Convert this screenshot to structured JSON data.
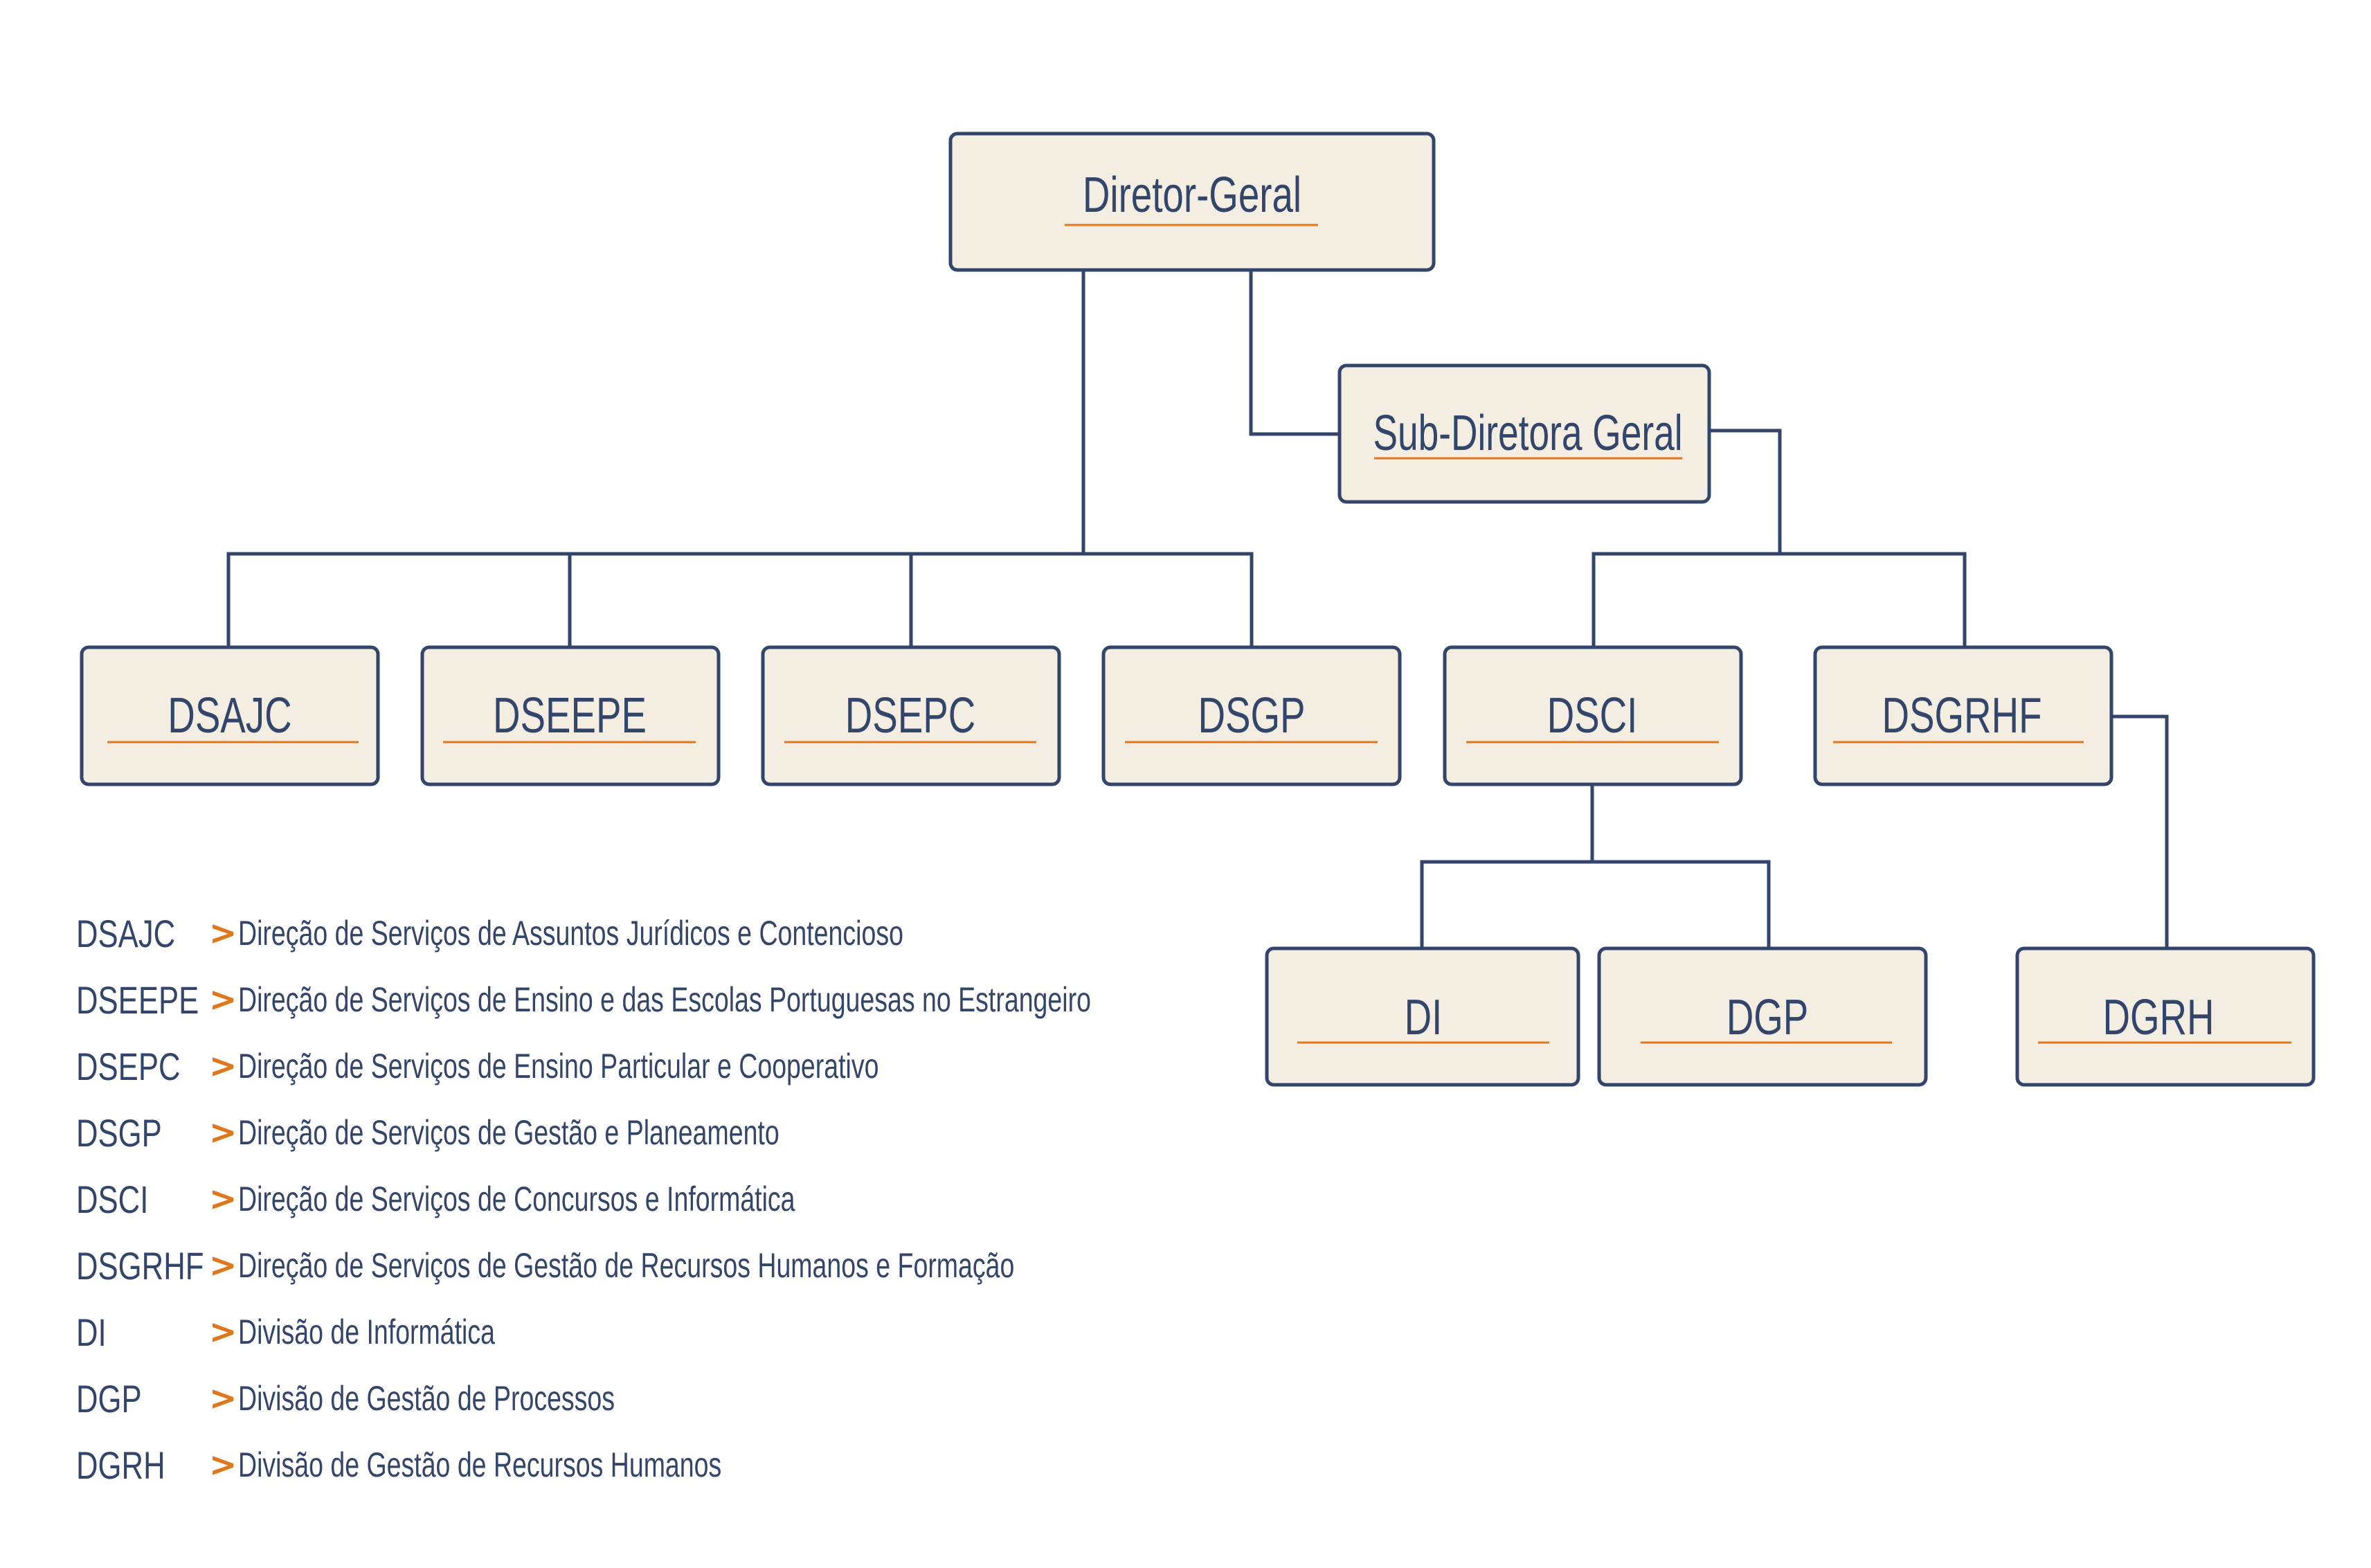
{
  "colors": {
    "box_fill": "#f3eee1",
    "box_stroke": "#33456b",
    "text": "#33456b",
    "underline": "#e2761c",
    "arrow": "#e2761c"
  },
  "nodes": {
    "director_geral": "Diretor-Geral",
    "sub_diretora_geral": "Sub-Diretora Geral",
    "dsajc": "DSAJC",
    "dseepe": "DSEEPE",
    "dsepc": "DSEPC",
    "dsgp": "DSGP",
    "dsci": "DSCI",
    "dsgrhf": "DSGRHF",
    "di": "DI",
    "dgp": "DGP",
    "dgrh": "DGRH"
  },
  "legend": {
    "arrow_symbol": ">",
    "items": [
      {
        "abbr": "DSAJC",
        "text": "Direção de Serviços de Assuntos Jurídicos e Contencioso"
      },
      {
        "abbr": "DSEEPE",
        "text": "Direção de Serviços de Ensino e das Escolas Portuguesas no Estrangeiro"
      },
      {
        "abbr": "DSEPC",
        "text": "Direção de Serviços de Ensino Particular e Cooperativo"
      },
      {
        "abbr": "DSGP",
        "text": "Direção de Serviços de Gestão e Planeamento"
      },
      {
        "abbr": "DSCI",
        "text": "Direção de Serviços de Concursos e Informática"
      },
      {
        "abbr": "DSGRHF",
        "text": "Direção de Serviços de Gestão de Recursos Humanos e Formação"
      },
      {
        "abbr": "DI",
        "text": "Divisão de Informática"
      },
      {
        "abbr": "DGP",
        "text": "Divisão de Gestão de Processos"
      },
      {
        "abbr": "DGRH",
        "text": "Divisão de Gestão de Recursos Humanos"
      }
    ]
  }
}
